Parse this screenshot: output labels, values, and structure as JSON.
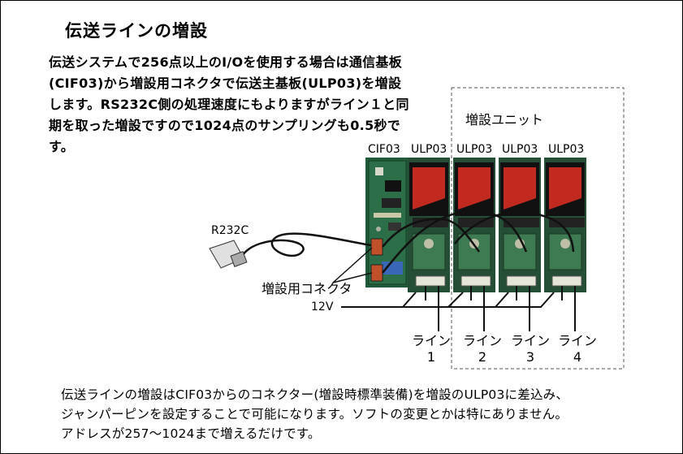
{
  "title": "伝送ラインの増設",
  "intro": "伝送システムで256点以上のI/Oを使用する場合は通信基板(CIF03)から増設用コネクタで伝送主基板(ULP03)を増設します。RS232C側の処理速度にもよりますがライン１と同期を取った増設ですので1024点のサンプリングも0.5秒です。",
  "unit_label": "増設ユニット",
  "board_labels": {
    "cif": "CIF03",
    "ulp1": "ULP03",
    "ulp2": "ULP03",
    "ulp3": "ULP03",
    "ulp4": "ULP03"
  },
  "connector_label": "R232C",
  "expansion_connector_label": "増設用コネクタ",
  "voltage_label": "12V",
  "lines": [
    {
      "name": "ライン",
      "num": "1"
    },
    {
      "name": "ライン",
      "num": "2"
    },
    {
      "name": "ライン",
      "num": "3"
    },
    {
      "name": "ライン",
      "num": "4"
    }
  ],
  "outro_lines": [
    "伝送ラインの増設はCIF03からのコネクター(増設時標準装備)を増設のULP03に差込み、",
    "ジャンパーピンを設定することで可能になります。ソフトの変更とかは特にありません。",
    "アドレスが257～1024まで増えるだけです。"
  ]
}
